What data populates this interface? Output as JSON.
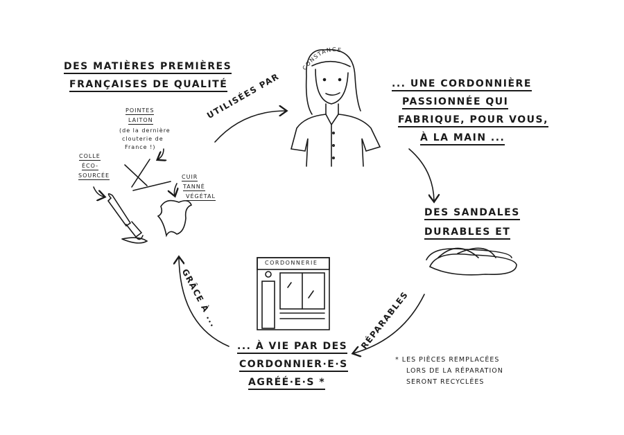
{
  "materials": {
    "title_line1": "Des matières premières",
    "title_line2": "françaises de qualité",
    "pointes": [
      "Pointes",
      "Laiton"
    ],
    "pointes_note": [
      "(de la dernière",
      "clouterie de",
      "France !)"
    ],
    "colle": [
      "Colle",
      "éco-",
      "sourcée"
    ],
    "cuir": [
      "Cuir",
      "tanné",
      "végétal"
    ]
  },
  "arrow_labels": {
    "utilisees": "Utilisées par",
    "reparables": "Réparables",
    "grace": "Grâce à ..."
  },
  "person": {
    "name": "Constance",
    "caption": [
      "... une cordonnière",
      "passionnée qui",
      "fabrique, pour vous,",
      "à la main ..."
    ]
  },
  "sandals": {
    "caption": [
      "Des sandales",
      "durables et"
    ]
  },
  "shop": {
    "sign": "Cordonnerie",
    "caption": [
      "... à vie par des",
      "cordonnier·e·s",
      "agréé·e·s *"
    ]
  },
  "footnote": [
    "* Les pièces remplacées",
    "lors de la réparation",
    "seront recyclées"
  ]
}
